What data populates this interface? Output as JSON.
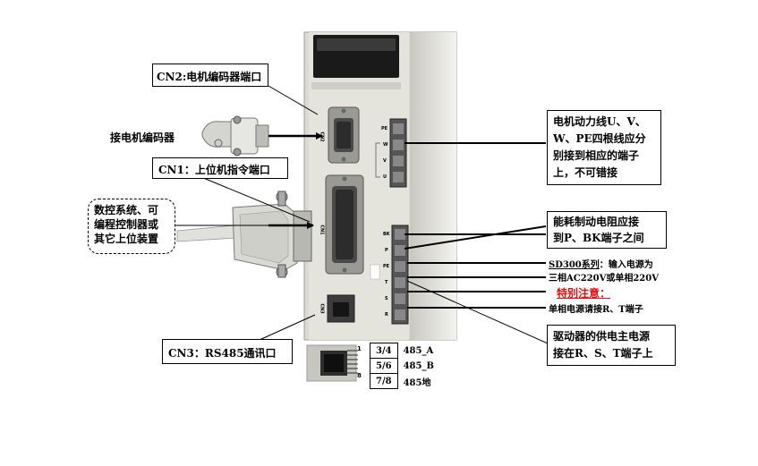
{
  "labels": {
    "cn2_title": "CN2:电机编码器端口",
    "encoder_conn": "接电机编码器",
    "cn1_title": "CN1：上位机指令端口",
    "nc_lines": [
      "数控系统、可",
      "编程控制器或",
      "其它上位装置"
    ],
    "cn3_title": "CN3：RS485通讯口",
    "motor_lines": [
      "电机动力线U、V、",
      "W、PE四根线应分",
      "别接到相应的端子",
      "上，不可错接"
    ],
    "brake_lines": [
      "能耗制动电阻应接",
      "到P、BK端子之间"
    ],
    "sd300_line1_a": "SD300系列",
    "sd300_line1_b": "：输入电源为",
    "sd300_line2": "三相AC220V或单相220V",
    "warning": "特别注意：",
    "single_phase": "单相电源请接R、T端子",
    "power_lines": [
      "驱动器的供电主电源",
      "接在R、S、T端子上"
    ]
  },
  "device": {
    "ports": [
      "CN2",
      "CN1",
      "CN3"
    ],
    "terminals_top": [
      "PE",
      "W",
      "V",
      "U"
    ],
    "terminals_bottom": [
      "BK",
      "P",
      "PE",
      "T",
      "S",
      "R"
    ],
    "rj45_pin_marks": [
      "1",
      "8"
    ]
  },
  "pin_table": {
    "rows": [
      {
        "pins": "3/4",
        "signal": "485_A"
      },
      {
        "pins": "5/6",
        "signal": "485_B"
      },
      {
        "pins": "7/8",
        "signal": "485地"
      }
    ]
  },
  "colors": {
    "warning": "#e01010",
    "panel": "#d9d9cf",
    "front": "#e4e3dc"
  }
}
